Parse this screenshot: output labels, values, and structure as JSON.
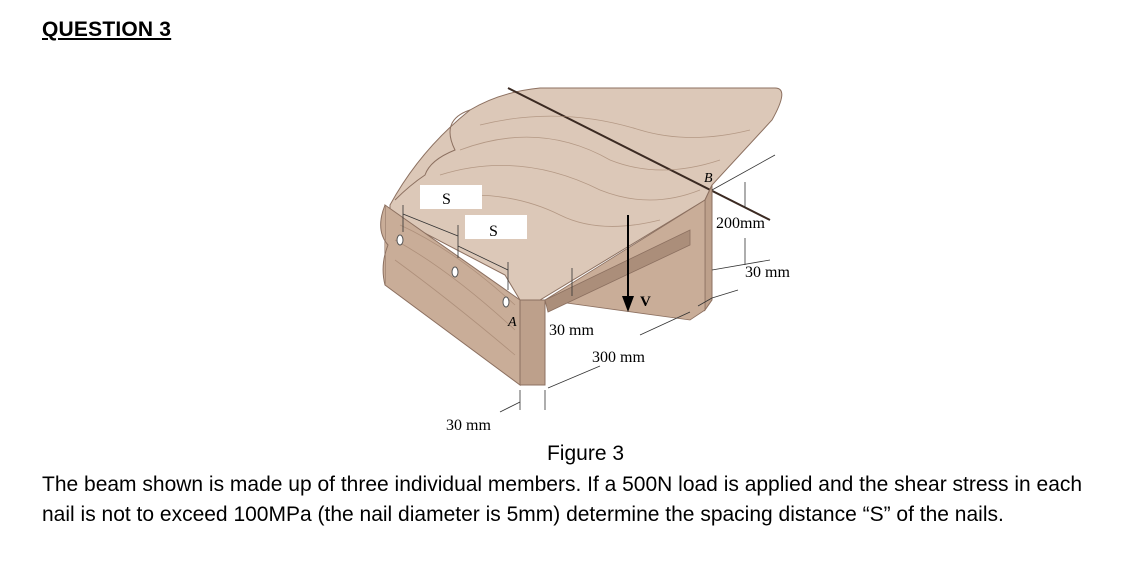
{
  "question": {
    "heading": "QUESTION 3"
  },
  "figure": {
    "caption": "Figure 3",
    "labels": {
      "s_top": "S",
      "s_mid": "S",
      "b": "B",
      "a": "A",
      "v": "V",
      "dim_200": "200mm",
      "dim_30_right": "30 mm",
      "dim_30_flange": "30 mm",
      "dim_300": "300 mm",
      "dim_30_bottom": "30 mm"
    },
    "colors": {
      "wood_top": "#dcc8b8",
      "wood_front": "#c9ad98",
      "wood_side": "#bda08b",
      "wood_grain": "#a3846f",
      "dark": "#3b2a22"
    }
  },
  "problem_text": "The beam shown is made up of three individual members.  If  a 500N load is applied and the shear stress in each nail is not to exceed 100MPa (the nail diameter is 5mm) determine the spacing distance “S” of the nails."
}
